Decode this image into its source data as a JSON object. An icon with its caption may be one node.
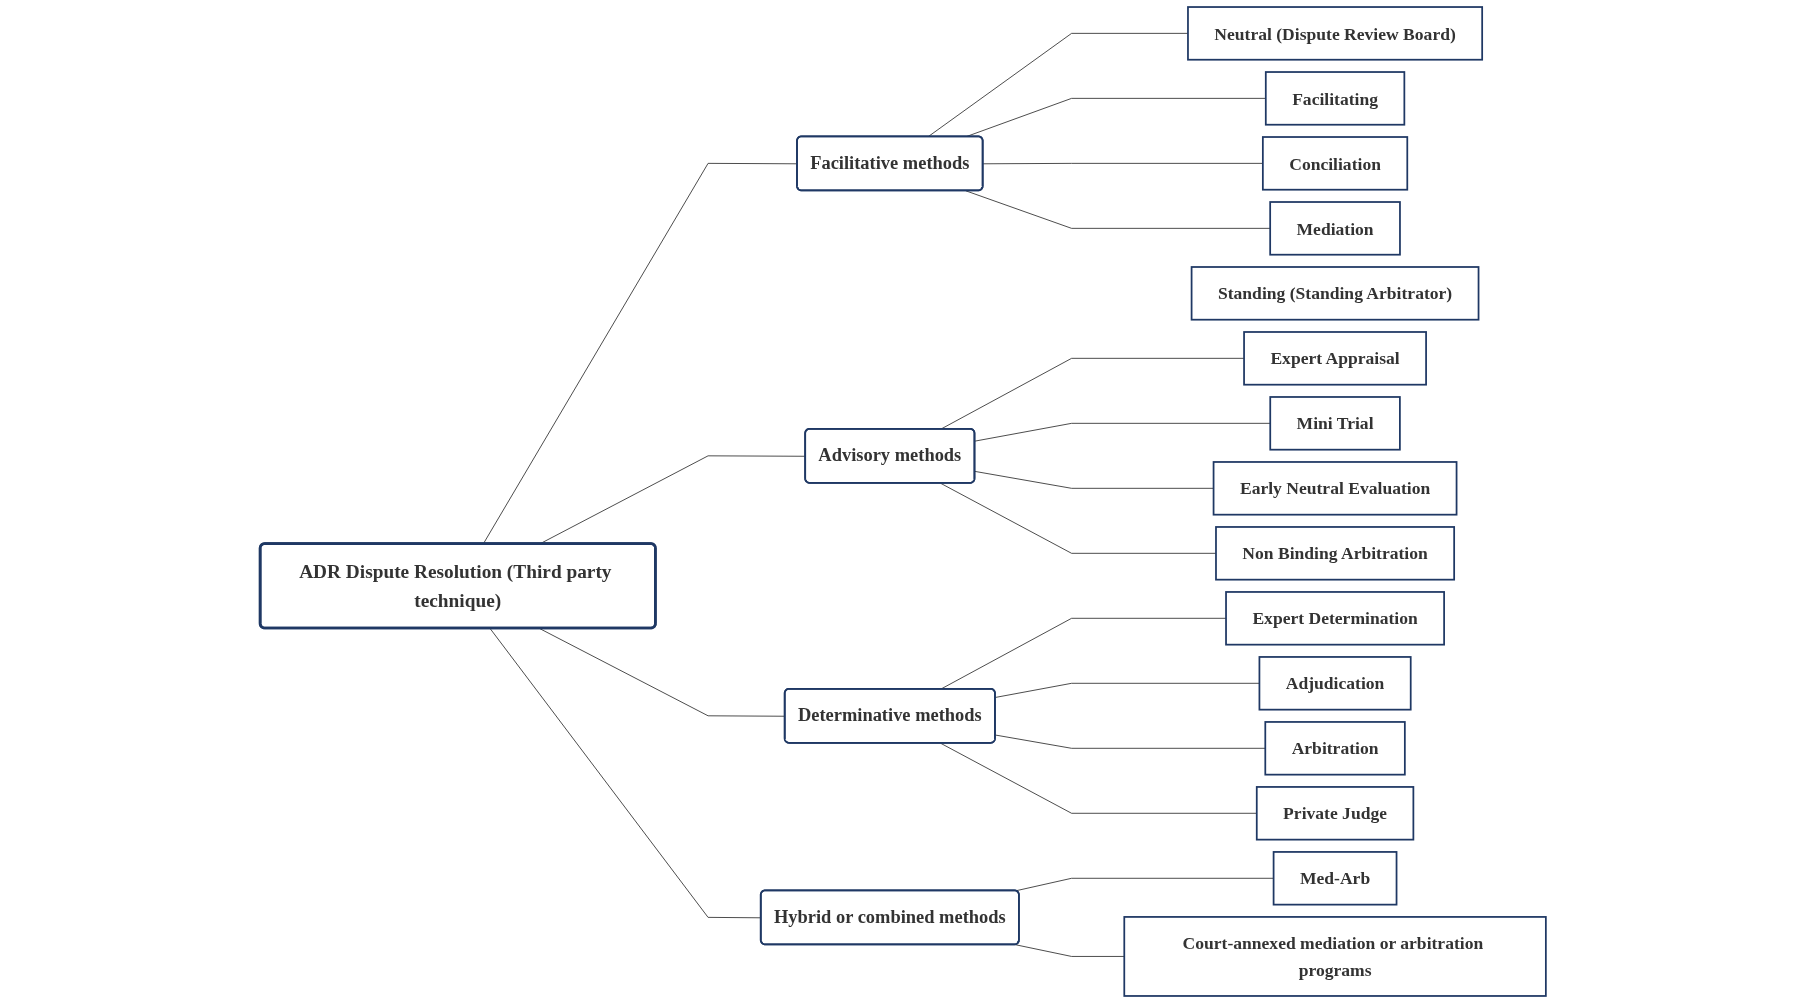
{
  "diagram": {
    "nodes": [
      {
        "text": [
          "ADR Dispute Resolution (Third party technique)"
        ]
      },
      {
        "text": [
          "Facilitative methods"
        ]
      },
      {
        "text": [
          "Standing (Standing Arbitrator)"
        ]
      },
      {
        "text": [
          "Neutral (Dispute Review Board)"
        ]
      },
      {
        "text": [
          "Facilitating"
        ]
      },
      {
        "text": [
          "Conciliation"
        ]
      },
      {
        "text": [
          "Mediation"
        ]
      },
      {
        "text": [
          "Advisory methods"
        ]
      },
      {
        "text": [
          "Expert Appraisal"
        ]
      },
      {
        "text": [
          "Mini Trial"
        ]
      },
      {
        "text": [
          "Early Neutral Evaluation"
        ]
      },
      {
        "text": [
          "Non Binding Arbitration"
        ]
      },
      {
        "text": [
          "Determinative methods"
        ]
      },
      {
        "text": [
          "Expert Determination"
        ]
      },
      {
        "text": [
          "Adjudication"
        ]
      },
      {
        "text": [
          "Arbitration"
        ]
      },
      {
        "text": [
          "Private Judge"
        ]
      },
      {
        "text": [
          "Hybrid or combined methods"
        ]
      },
      {
        "text": [
          "Med-Arb"
        ]
      },
      {
        "text": [
          "Court-annexed mediation or arbitration programs"
        ]
      }
    ],
    "edges": [
      {
        "from": 0,
        "to": 1,
        "arrow": "none"
      },
      {
        "from": 0,
        "to": 7,
        "arrow": "none"
      },
      {
        "from": 0,
        "to": 12,
        "arrow": "none"
      },
      {
        "from": 0,
        "to": 17,
        "arrow": "none"
      },
      {
        "from": 1,
        "to": 3,
        "arrow": "none"
      },
      {
        "from": 1,
        "to": 4,
        "arrow": "none"
      },
      {
        "from": 1,
        "to": 5,
        "arrow": "none"
      },
      {
        "from": 1,
        "to": 6,
        "arrow": "none"
      },
      {
        "from": 7,
        "to": 8,
        "arrow": "none"
      },
      {
        "from": 7,
        "to": 9,
        "arrow": "none"
      },
      {
        "from": 7,
        "to": 10,
        "arrow": "none"
      },
      {
        "from": 7,
        "to": 11,
        "arrow": "none"
      },
      {
        "from": 12,
        "to": 13,
        "arrow": "none"
      },
      {
        "from": 12,
        "to": 14,
        "arrow": "none"
      },
      {
        "from": 12,
        "to": 15,
        "arrow": "none"
      },
      {
        "from": 12,
        "to": 16,
        "arrow": "none"
      },
      {
        "from": 17,
        "to": 18,
        "arrow": "none"
      },
      {
        "from": 17,
        "to": 19,
        "arrow": "none"
      }
    ]
  }
}
